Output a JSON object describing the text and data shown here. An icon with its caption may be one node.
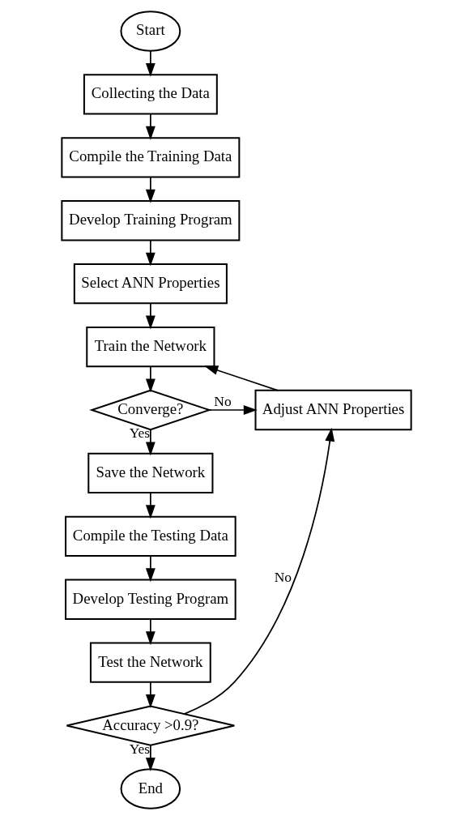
{
  "diagram": {
    "nodes": [
      {
        "text": [
          "Start"
        ]
      },
      {
        "text": [
          "Collecting the Data"
        ]
      },
      {
        "text": [
          "Compile the Training Data"
        ]
      },
      {
        "text": [
          "Develop Training Program"
        ]
      },
      {
        "text": [
          "Select ANN Properties"
        ]
      },
      {
        "text": [
          "Train the Network"
        ]
      },
      {
        "text": [
          "Converge?"
        ]
      },
      {
        "text": [
          "Adjust ANN Properties"
        ]
      },
      {
        "text": [
          "Save the Network"
        ]
      },
      {
        "text": [
          "Compile the Testing Data"
        ]
      },
      {
        "text": [
          "Develop Testing Program"
        ]
      },
      {
        "text": [
          "Test the Network"
        ]
      },
      {
        "text": [
          "Accuracy >0.9?"
        ]
      },
      {
        "text": [
          "End"
        ]
      }
    ],
    "edges": [
      {
        "from": 0,
        "to": 1,
        "arrow": "to"
      },
      {
        "from": 1,
        "to": 2,
        "arrow": "to"
      },
      {
        "from": 2,
        "to": 3,
        "arrow": "to"
      },
      {
        "from": 3,
        "to": 4,
        "arrow": "to"
      },
      {
        "from": 4,
        "to": 5,
        "arrow": "to"
      },
      {
        "from": 5,
        "to": 6,
        "arrow": "to"
      },
      {
        "from": 6,
        "to": 7,
        "arrow": "to",
        "label": "No"
      },
      {
        "from": 7,
        "to": 5,
        "arrow": "to"
      },
      {
        "from": 6,
        "to": 8,
        "arrow": "to",
        "label": "Yes"
      },
      {
        "from": 8,
        "to": 9,
        "arrow": "to"
      },
      {
        "from": 9,
        "to": 10,
        "arrow": "to"
      },
      {
        "from": 10,
        "to": 11,
        "arrow": "to"
      },
      {
        "from": 11,
        "to": 12,
        "arrow": "to"
      },
      {
        "from": 12,
        "to": 7,
        "arrow": "to",
        "label": "No"
      },
      {
        "from": 12,
        "to": 13,
        "arrow": "to",
        "label": "Yes"
      }
    ]
  }
}
